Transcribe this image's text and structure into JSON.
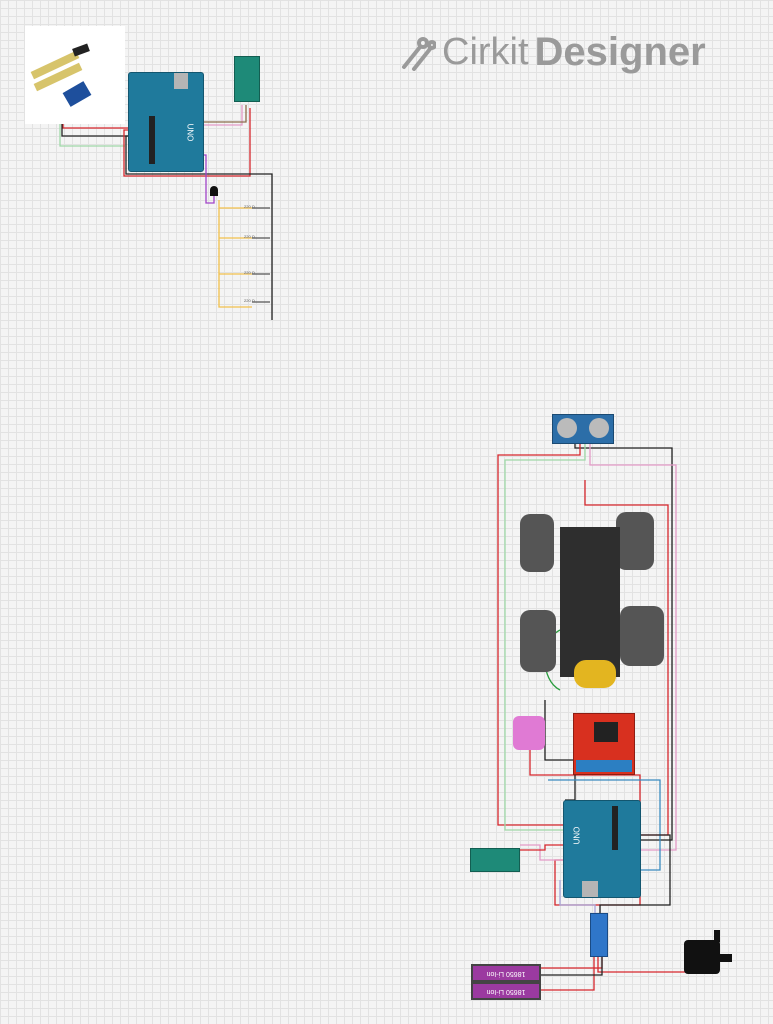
{
  "app": {
    "logo_text_1": "Cirkit",
    "logo_text_2": "Designer"
  },
  "circuit1": {
    "resistor_labels": [
      "220 Ω",
      "220 Ω",
      "220 Ω",
      "220 Ω"
    ],
    "arduino_label": "UNO"
  },
  "circuit2": {
    "battery_labels": [
      "18650 Li-Ion",
      "18650 Li-Ion"
    ],
    "arduino_label": "UNO"
  },
  "colors": {
    "wire_red": "#d6262c",
    "wire_black": "#222222",
    "wire_pink": "#e39ac7",
    "wire_green": "#9fd8a8",
    "arduino": "#1f7a9c",
    "motor_driver": "#d8301f",
    "battery": "#9b3aa0"
  }
}
